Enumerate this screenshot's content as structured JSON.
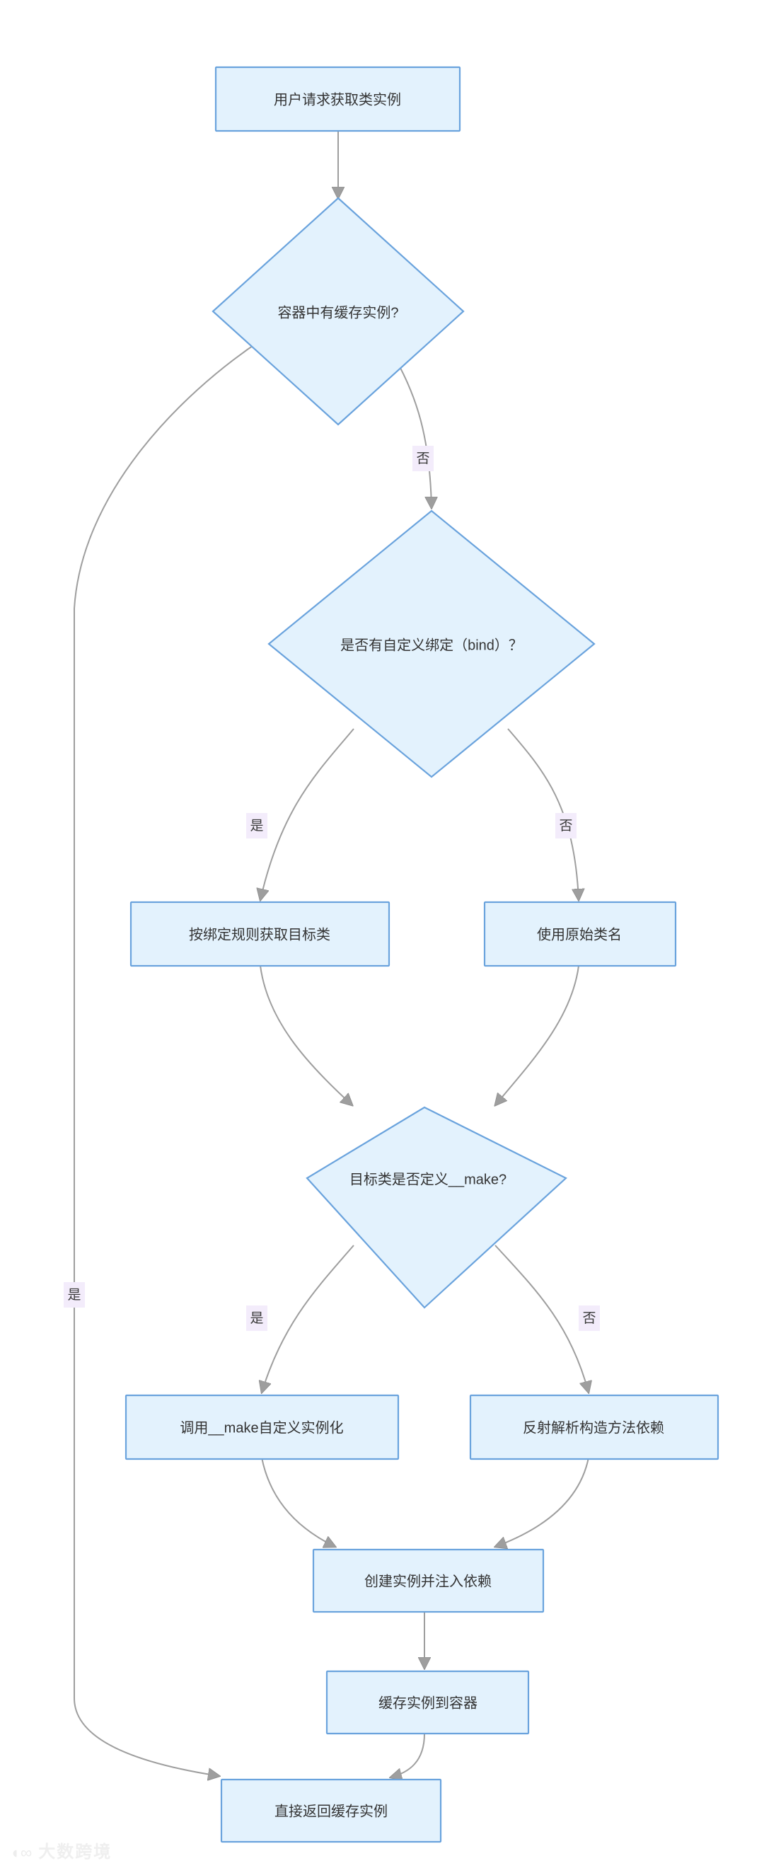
{
  "diagram": {
    "type": "flowchart",
    "direction": "top-to-bottom",
    "title": "",
    "theme": {
      "node_fill": "#e3f2fd",
      "node_stroke": "#6aa3dd",
      "edge_stroke": "#9e9e9e",
      "edge_label_bg": "#f3ecfb",
      "text_color": "#333333",
      "background": "#ffffff"
    },
    "nodes": [
      {
        "id": "n1",
        "shape": "rect",
        "label": "用户请求获取类实例"
      },
      {
        "id": "n2",
        "shape": "diamond",
        "label": "容器中有缓存实例?"
      },
      {
        "id": "n3",
        "shape": "diamond",
        "label": "是否有自定义绑定（bind）？"
      },
      {
        "id": "n4",
        "shape": "rect",
        "label": "按绑定规则获取目标类"
      },
      {
        "id": "n5",
        "shape": "rect",
        "label": "使用原始类名"
      },
      {
        "id": "n6",
        "shape": "diamond",
        "label": "目标类是否定义__make?"
      },
      {
        "id": "n7",
        "shape": "rect",
        "label": "调用__make自定义实例化"
      },
      {
        "id": "n8",
        "shape": "rect",
        "label": "反射解析构造方法依赖"
      },
      {
        "id": "n9",
        "shape": "rect",
        "label": "创建实例并注入依赖"
      },
      {
        "id": "n10",
        "shape": "rect",
        "label": "缓存实例到容器"
      },
      {
        "id": "n11",
        "shape": "rect",
        "label": "直接返回缓存实例"
      }
    ],
    "edges": [
      {
        "from": "n1",
        "to": "n2",
        "label": ""
      },
      {
        "from": "n2",
        "to": "n11",
        "label": "是"
      },
      {
        "from": "n2",
        "to": "n3",
        "label": "否"
      },
      {
        "from": "n3",
        "to": "n4",
        "label": "是"
      },
      {
        "from": "n3",
        "to": "n5",
        "label": "否"
      },
      {
        "from": "n4",
        "to": "n6",
        "label": ""
      },
      {
        "from": "n5",
        "to": "n6",
        "label": ""
      },
      {
        "from": "n6",
        "to": "n7",
        "label": "是"
      },
      {
        "from": "n6",
        "to": "n8",
        "label": "否"
      },
      {
        "from": "n7",
        "to": "n9",
        "label": ""
      },
      {
        "from": "n8",
        "to": "n9",
        "label": ""
      },
      {
        "from": "n9",
        "to": "n10",
        "label": ""
      },
      {
        "from": "n10",
        "to": "n11",
        "label": ""
      }
    ],
    "edge_labels": {
      "cache_yes": "是",
      "cache_no": "否",
      "bind_yes": "是",
      "bind_no": "否",
      "make_yes": "是",
      "make_no": "否"
    }
  },
  "watermark": {
    "mark": "◖∞",
    "text": "大数跨境"
  }
}
